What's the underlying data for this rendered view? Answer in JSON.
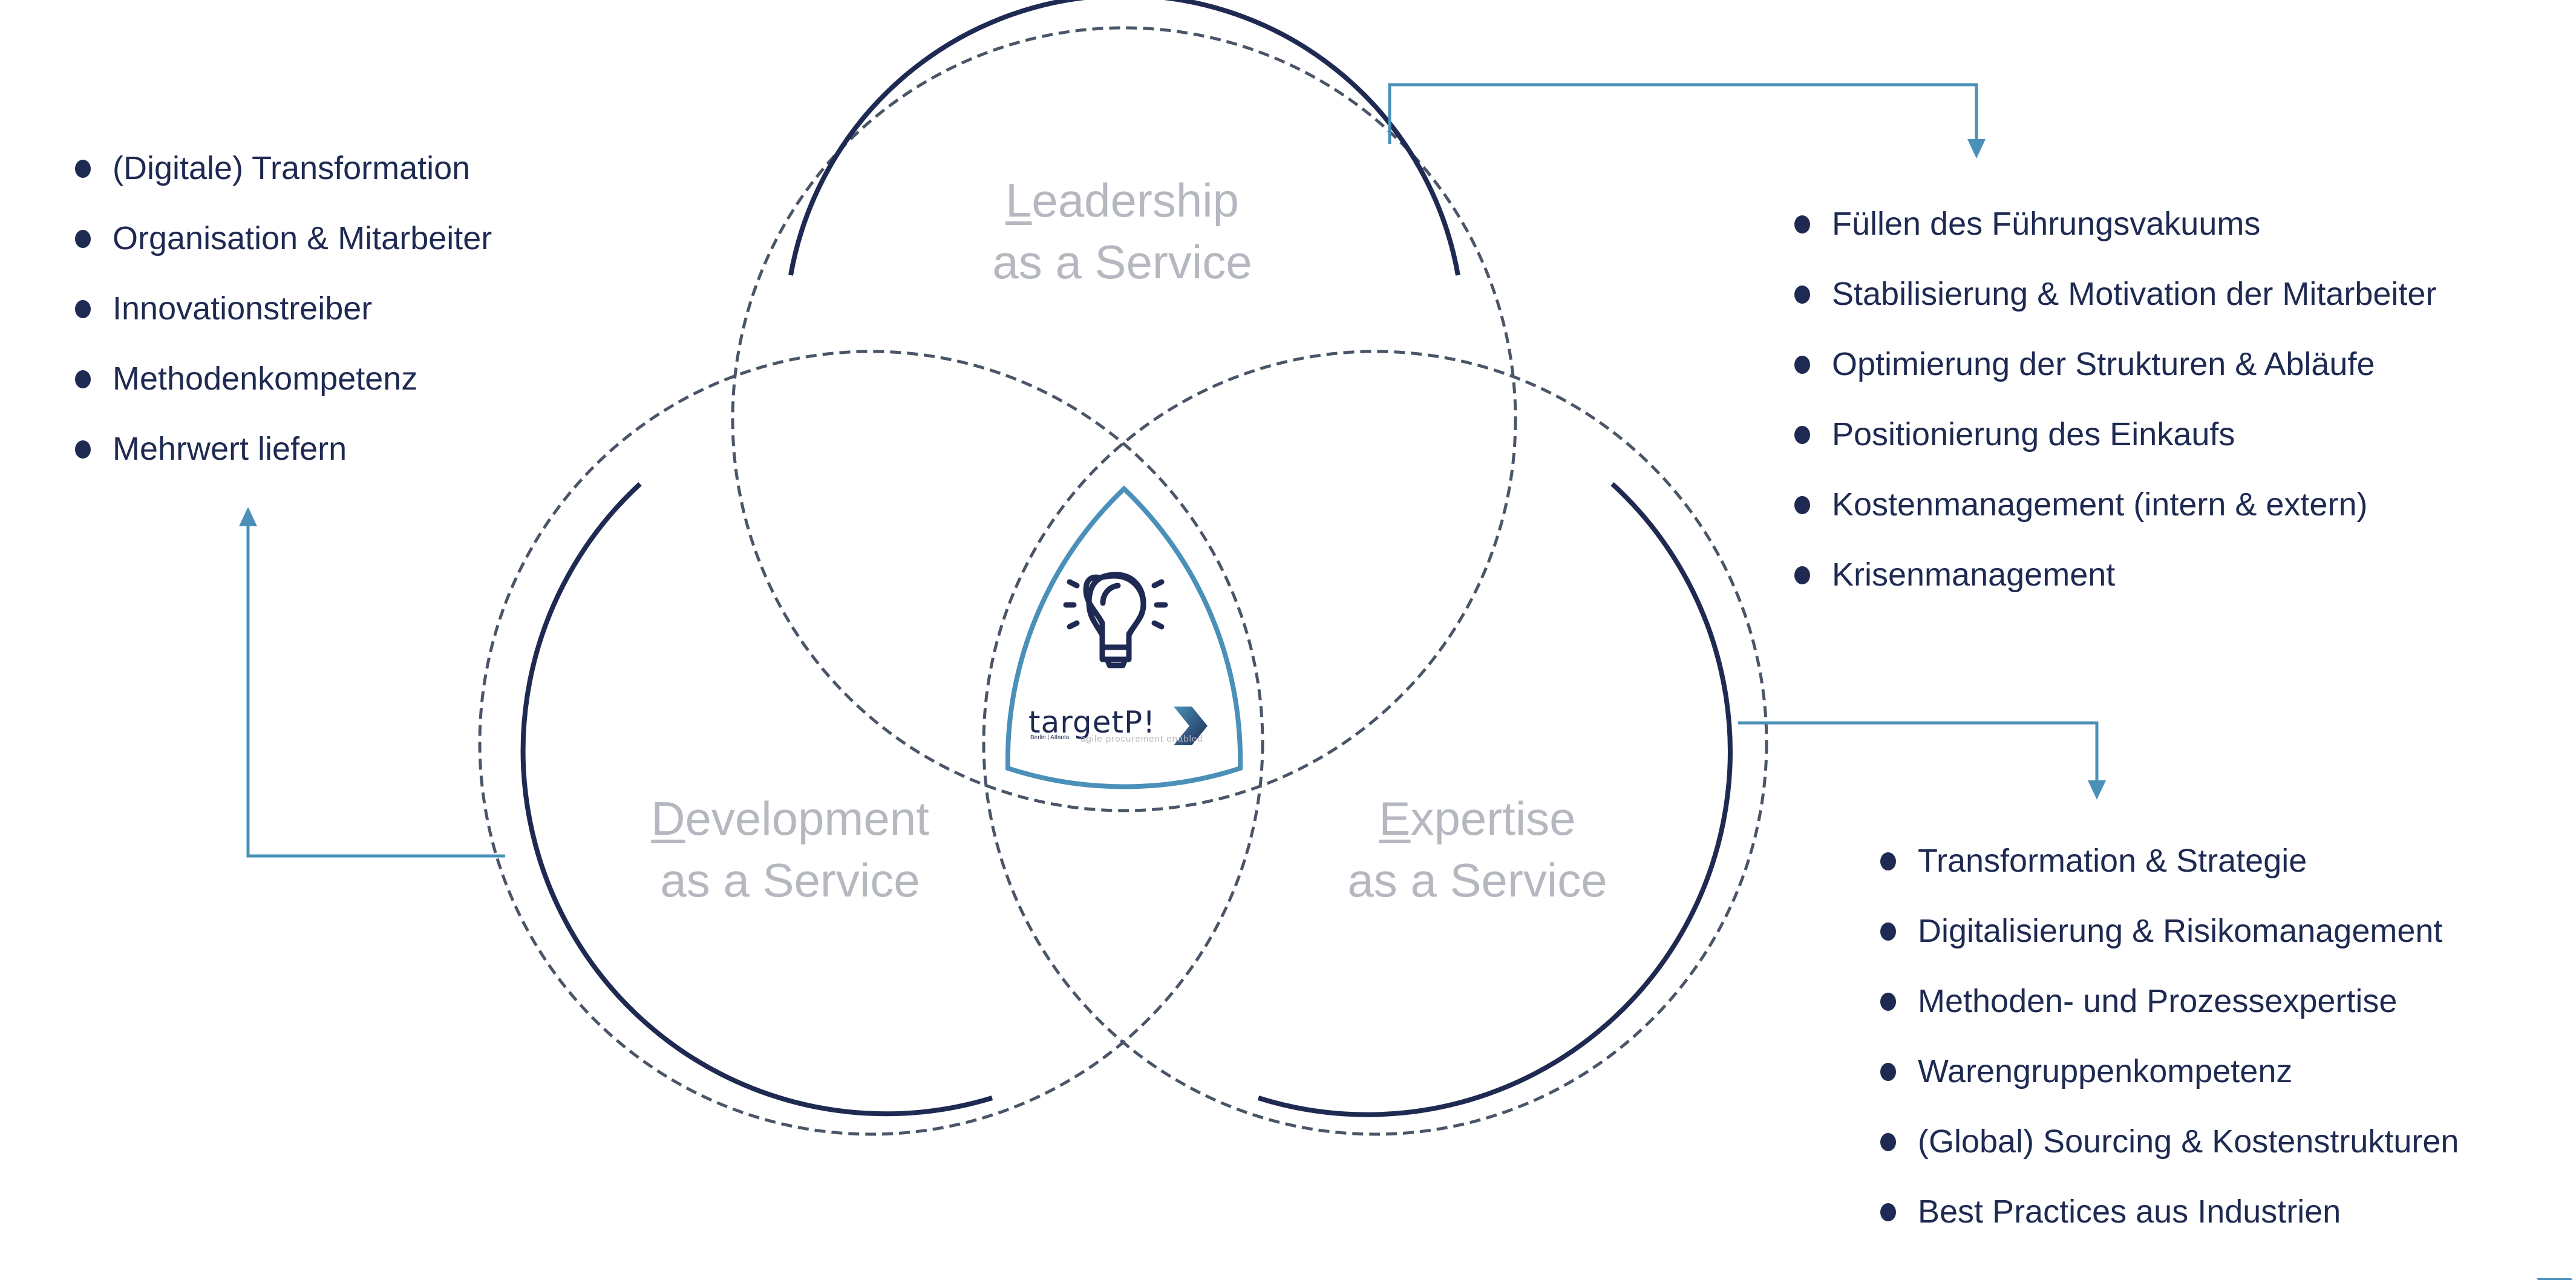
{
  "colors": {
    "navy": "#1f2a52",
    "dash": "#4a5568",
    "accent_blue": "#4a90b8",
    "title_gray": "#b5b8bf"
  },
  "circles": [
    {
      "id": "leadership",
      "first_letter": "L",
      "rest": "eadership",
      "line2": "as a Service"
    },
    {
      "id": "development",
      "first_letter": "D",
      "rest": "evelopment",
      "line2": "as a Service"
    },
    {
      "id": "expertise",
      "first_letter": "E",
      "rest": "xpertise",
      "line2": "as a Service"
    }
  ],
  "center": {
    "icon": "lightbulb-icon",
    "logo_word": "targetP!",
    "logo_cities": "Berlin | Atlanta",
    "logo_tagline": "agile procurement enabled",
    "logo_mark": "chevron-right-icon"
  },
  "lists": {
    "development": [
      "(Digitale) Transformation",
      "Organisation & Mitarbeiter",
      "Innovationstreiber",
      "Methodenkompetenz",
      "Mehrwert liefern"
    ],
    "leadership": [
      "Füllen des Führungsvakuums",
      "Stabilisierung & Motivation der Mitarbeiter",
      "Optimierung der Strukturen & Abläufe",
      "Positionierung des Einkaufs",
      "Kostenmanagement (intern & extern)",
      "Krisenmanagement"
    ],
    "expertise": [
      "Transformation & Strategie",
      "Digitalisierung & Risikomanagement",
      "Methoden- und Prozessexpertise",
      "Warengruppenkompetenz",
      "(Global) Sourcing & Kostenstrukturen",
      "Best Practices aus Industrien"
    ]
  }
}
